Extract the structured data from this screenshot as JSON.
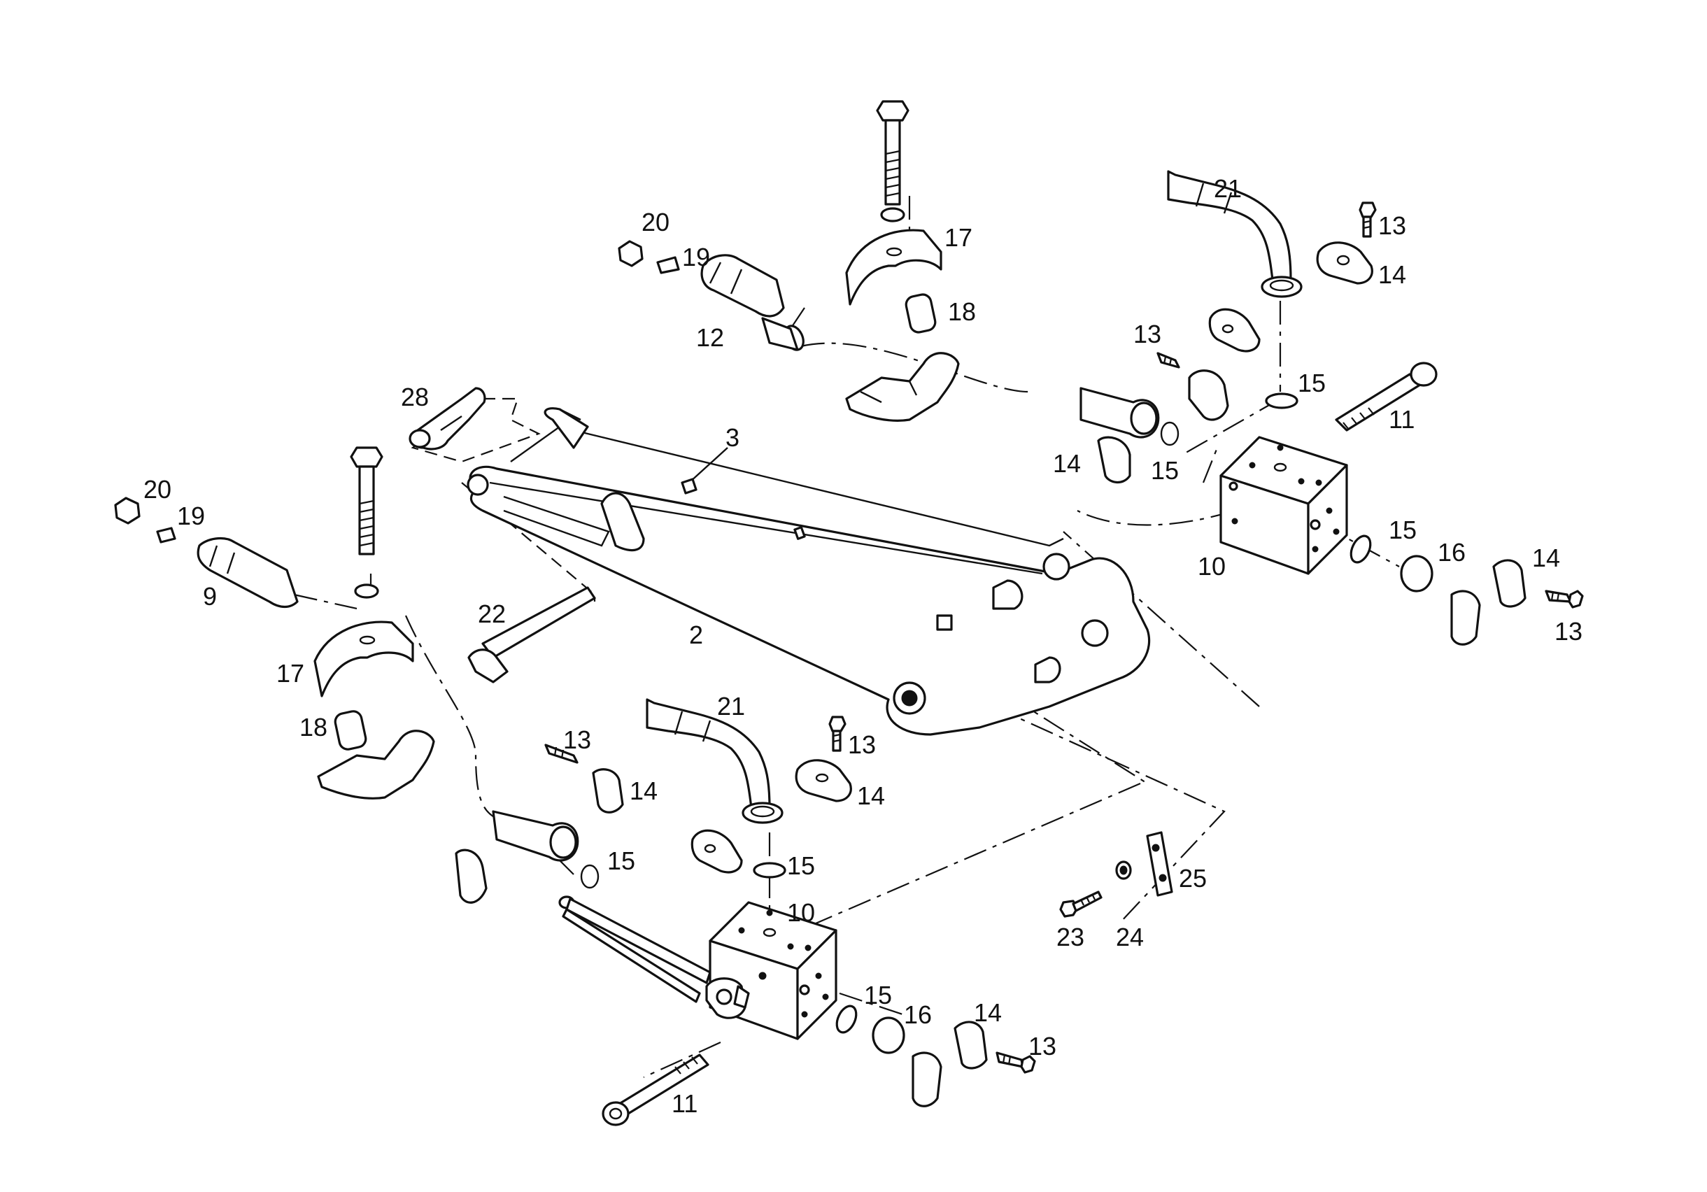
{
  "title": "",
  "callouts": {
    "c2": "2",
    "c3": "3",
    "c9": "9",
    "c10a": "10",
    "c10b": "10",
    "c11a": "11",
    "c11b": "11",
    "c12": "12",
    "c13a": "13",
    "c13b": "13",
    "c13c": "13",
    "c13d": "13",
    "c13e": "13",
    "c13f": "13",
    "c14a": "14",
    "c14b": "14",
    "c14c": "14",
    "c14d": "14",
    "c14e": "14",
    "c14f": "14",
    "c15a": "15",
    "c15b": "15",
    "c15c": "15",
    "c15d": "15",
    "c15e": "15",
    "c15f": "15",
    "c16a": "16",
    "c16b": "16",
    "c17a": "17",
    "c17b": "17",
    "c18a": "18",
    "c18b": "18",
    "c19a": "19",
    "c19b": "19",
    "c20a": "20",
    "c20b": "20",
    "c21a": "21",
    "c21b": "21",
    "c22": "22",
    "c23": "23",
    "c24": "24",
    "c25": "25",
    "c28": "28"
  }
}
